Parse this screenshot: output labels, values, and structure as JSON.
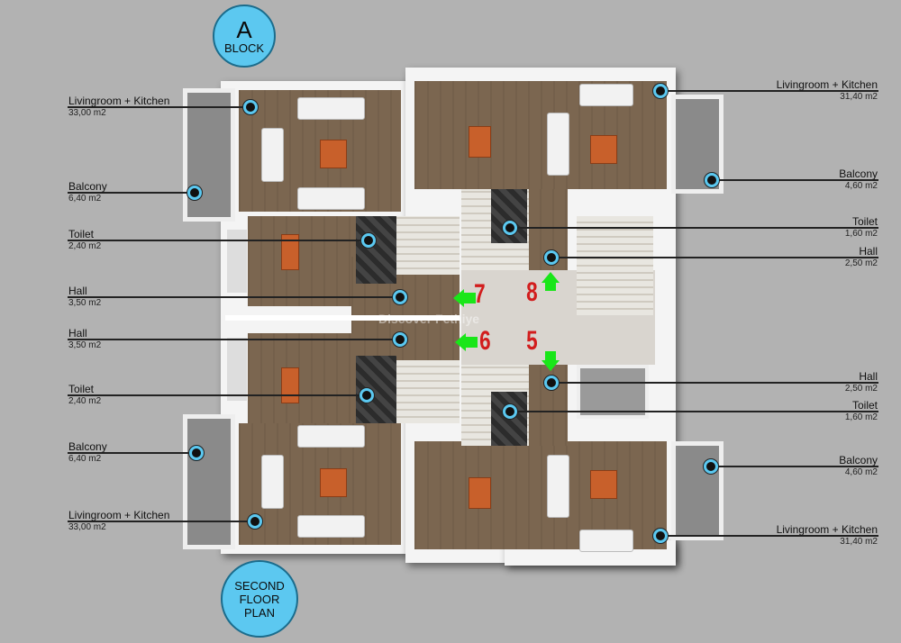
{
  "block_badge": {
    "letter": "A",
    "label": "BLOCK"
  },
  "plan_badge": {
    "line1": "SECOND",
    "line2": "FLOOR",
    "line3": "PLAN"
  },
  "watermark": "Discover Fethiye",
  "left_labels": [
    {
      "name": "Livingroom + Kitchen",
      "area": "33,00 m2"
    },
    {
      "name": "Balcony",
      "area": "6,40 m2"
    },
    {
      "name": "Toilet",
      "area": "2,40 m2"
    },
    {
      "name": "Hall",
      "area": "3,50 m2"
    },
    {
      "name": "Hall",
      "area": "3,50 m2"
    },
    {
      "name": "Toilet",
      "area": "2,40 m2"
    },
    {
      "name": "Balcony",
      "area": "6,40 m2"
    },
    {
      "name": "Livingroom + Kitchen",
      "area": "33,00 m2"
    }
  ],
  "right_labels": [
    {
      "name": "Livingroom + Kitchen",
      "area": "31,40 m2"
    },
    {
      "name": "Balcony",
      "area": "4,60 m2"
    },
    {
      "name": "Toilet",
      "area": "1,60 m2"
    },
    {
      "name": "Hall",
      "area": "2,50 m2"
    },
    {
      "name": "Hall",
      "area": "2,50 m2"
    },
    {
      "name": "Toilet",
      "area": "1,60 m2"
    },
    {
      "name": "Balcony",
      "area": "4,60 m2"
    },
    {
      "name": "Livingroom + Kitchen",
      "area": "31,40 m2"
    }
  ],
  "apartment_numbers": [
    "7",
    "8",
    "6",
    "5"
  ],
  "colors": {
    "marker": "#5bc8f0",
    "arrow": "#19e619",
    "number": "#d21d1d",
    "badge": "#5cc8f0"
  }
}
